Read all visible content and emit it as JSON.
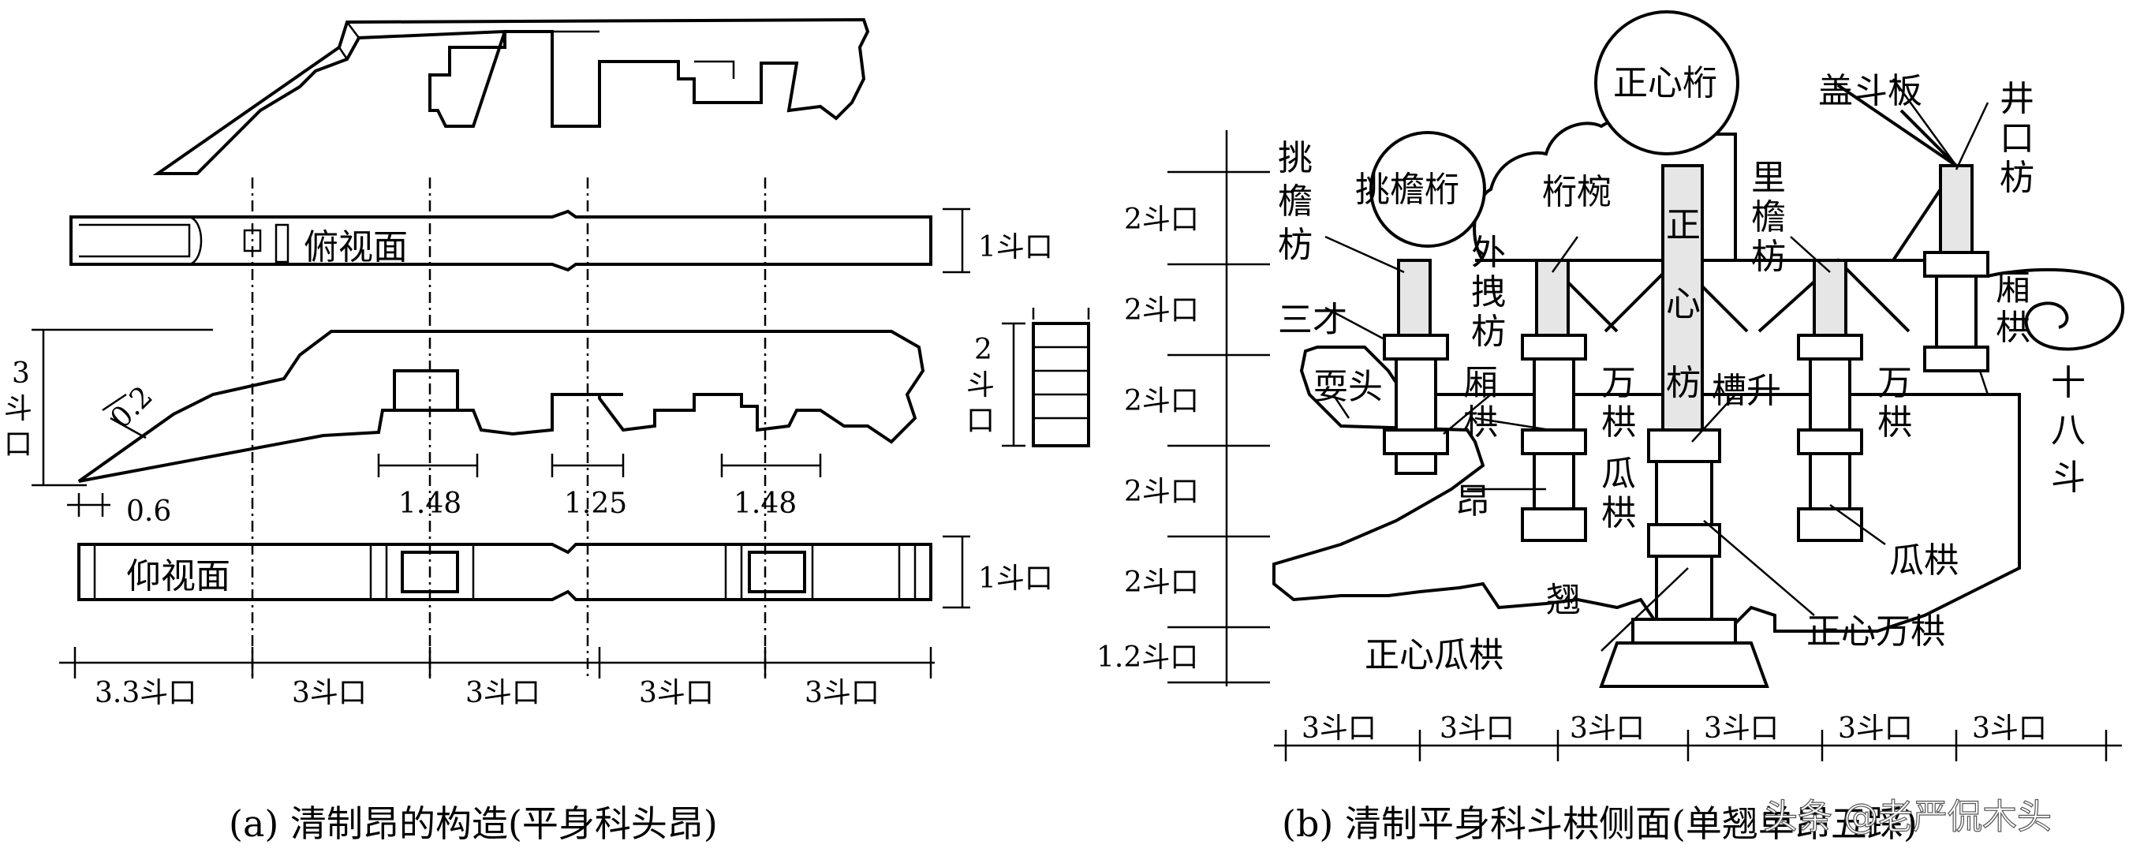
{
  "left": {
    "views": {
      "top": "俯视面",
      "bottom": "仰视面"
    },
    "dims": {
      "d1": "1斗口",
      "d2a": "2",
      "d2b": "斗",
      "d2c": "口",
      "d3": "1斗口",
      "h3a": "3",
      "h3b": "斗",
      "h3c": "口",
      "angle": "0.2",
      "offset": "0.6",
      "w1": "1.48",
      "w2": "1.25",
      "w3": "1.48",
      "b1": "3.3斗口",
      "b2": "3斗口",
      "b3": "3斗口",
      "b4": "3斗口",
      "b5": "3斗口"
    },
    "caption": "(a) 清制昂的构造(平身科头昂)"
  },
  "right": {
    "parts": {
      "zhengxinheng": "正心桁",
      "gaidouban": "盖斗板",
      "jingkoufang_a": "井",
      "jingkoufang_b": "口",
      "jingkoufang_c": "枋",
      "tiaoyanfang_a": "挑",
      "tiaoyanfang_b": "檐",
      "tiaoyanfang_c": "枋",
      "tiaoyanheng": "挑檐桁",
      "hengwan": "桁椀",
      "liyanfang_a": "里",
      "liyanfang_b": "檐",
      "liyanfang_c": "枋",
      "zhengxinfang_a": "正",
      "zhengxinfang_b": "心",
      "zhengxinfang_c": "枋",
      "waizhuaifang_a": "外",
      "waizhuaifang_b": "拽",
      "waizhuaifang_c": "枋",
      "sancai": "三才",
      "xianggong1_a": "厢",
      "xianggong1_b": "栱",
      "xianggong2_a": "厢",
      "xianggong2_b": "栱",
      "shuatou": "耍头",
      "wangong1_a": "万",
      "wangong1_b": "栱",
      "wangong2_a": "万",
      "wangong2_b": "栱",
      "caosheng": "槽升",
      "shibadou_a": "十",
      "shibadou_b": "八",
      "shibadou_c": "斗",
      "ang": "昂",
      "guagong1_a": "瓜",
      "guagong1_b": "栱",
      "guagong2": "瓜栱",
      "qiao": "翘",
      "zhengxinwangong": "正心万栱",
      "zhengxinguagong": "正心瓜栱"
    },
    "vdims": [
      "2斗口",
      "2斗口",
      "2斗口",
      "2斗口",
      "2斗口",
      "1.2斗口"
    ],
    "hdims": [
      "3斗口",
      "3斗口",
      "3斗口",
      "3斗口",
      "3斗口",
      "3斗口"
    ],
    "caption": "(b) 清制平身科斗栱侧面(单翘单昂五踩)"
  },
  "watermark": "头条 @老严侃木头"
}
